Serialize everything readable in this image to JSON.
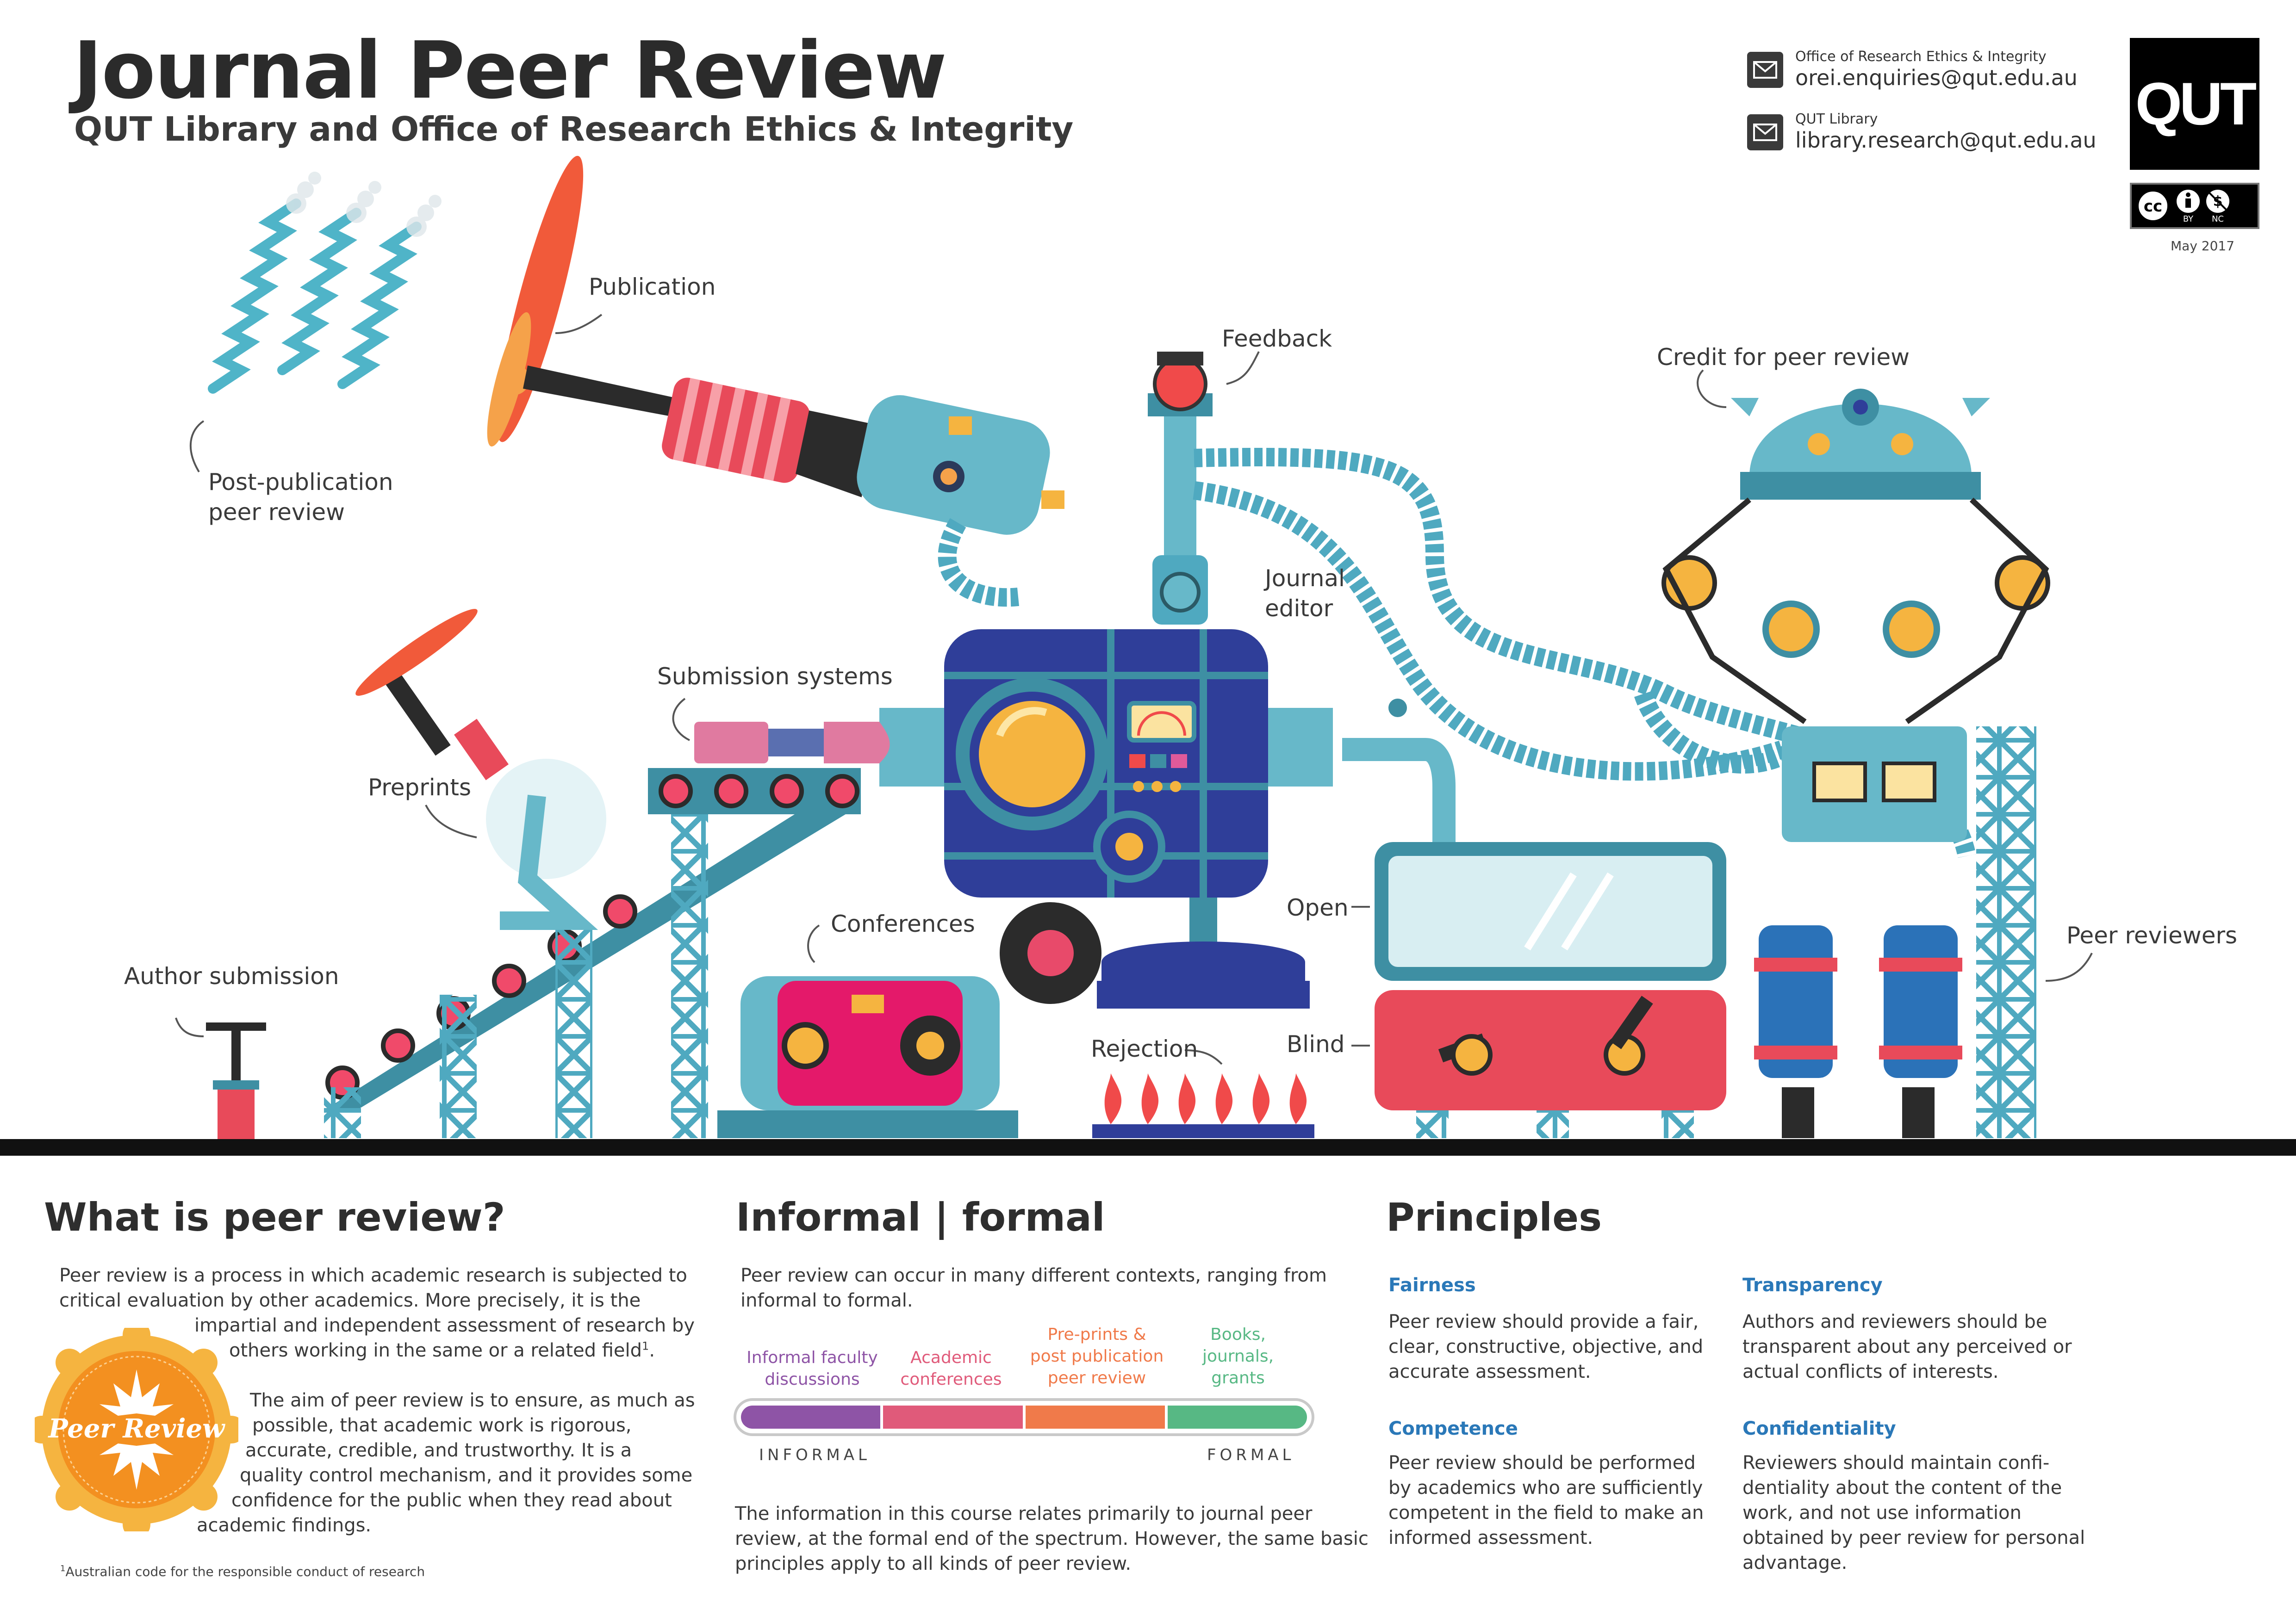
{
  "header": {
    "title": "Journal Peer Review",
    "subtitle": "QUT Library and Office of Research Ethics & Integrity"
  },
  "contacts": [
    {
      "org": "Office of Research Ethics & Integrity",
      "email": "orei.enquiries@qut.edu.au",
      "icon": "mail-icon"
    },
    {
      "org": "QUT Library",
      "email": "library.research@qut.edu.au",
      "icon": "mail-icon"
    }
  ],
  "logo": {
    "text": "QUT",
    "license": [
      "BY",
      "NC"
    ],
    "date": "May 2017"
  },
  "diagram_labels": {
    "publication": "Publication",
    "post_publication": "Post-publication\npeer review",
    "feedback": "Feedback",
    "credit": "Credit for peer review",
    "journal_editor": "Journal\neditor",
    "submission_systems": "Submission systems",
    "preprints": "Preprints",
    "conferences": "Conferences",
    "author_submission": "Author submission",
    "open": "Open",
    "blind": "Blind",
    "rejection": "Rejection",
    "peer_reviewers": "Peer reviewers"
  },
  "what_is": {
    "heading": "What is peer review?",
    "p1_lines": [
      "Peer review is a process in which academic research is subjected to",
      "critical evaluation by other academics.  More precisely, it is the",
      "impartial and independent assessment of research by",
      "others working in the same or a related field"
    ],
    "footnote_mark": "1",
    "p2_lines": [
      "The aim of peer review is to ensure, as much as",
      "possible, that academic work is rigorous,",
      "accurate, credible, and trustworthy.  It is a",
      "quality control mechanism, and it provides some",
      "confidence for the public when they read about",
      "academic findings."
    ],
    "seal_text": "Peer Review",
    "footnote": "Australian code for the responsible conduct of research"
  },
  "informal_formal": {
    "heading": "Informal | formal",
    "intro_lines": [
      "Peer review can occur in many different contexts, ranging from",
      "informal to formal."
    ],
    "segments": [
      {
        "label": "Informal faculty\ndiscussions",
        "color": "#8e54a6"
      },
      {
        "label": "Academic\nconferences",
        "color": "#e05a7a"
      },
      {
        "label": "Pre-prints &\npost publication\npeer review",
        "color": "#f07a4a"
      },
      {
        "label": "Books,\njournals,\ngrants",
        "color": "#57b884"
      }
    ],
    "scale_left": "INFORMAL",
    "scale_right": "FORMAL",
    "outro_lines": [
      "The information in this course relates primarily to journal peer",
      "review, at the formal end of the spectrum.  However, the same basic",
      "principles apply to all kinds of peer review."
    ]
  },
  "principles": {
    "heading": "Principles",
    "items": [
      {
        "title": "Fairness",
        "lines": [
          "Peer review should provide a fair,",
          "clear, constructive, objective, and",
          "accurate assessment."
        ]
      },
      {
        "title": "Transparency",
        "lines": [
          "Authors and reviewers should be",
          "transparent about any perceived or",
          "actual conflicts of interests."
        ]
      },
      {
        "title": "Competence",
        "lines": [
          "Peer review should be performed",
          "by academics who are sufficiently",
          "competent in the field to make an",
          "informed assessment."
        ]
      },
      {
        "title": "Confidentiality",
        "lines": [
          "Reviewers should maintain confi-",
          "dentiality about the content of the",
          "work, and not use  information",
          "obtained by peer review for personal",
          "advantage."
        ]
      }
    ]
  }
}
